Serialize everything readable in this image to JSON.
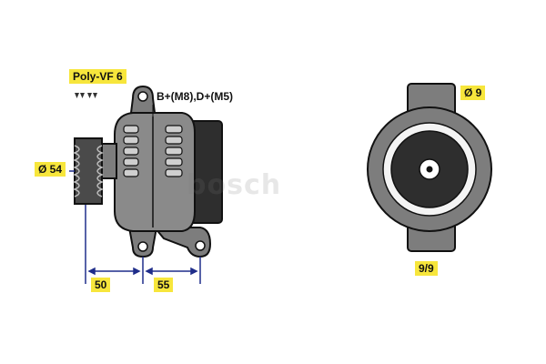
{
  "labels": {
    "belt_type": "Poly-VF 6",
    "terminals": "B+(M8),D+(M5)",
    "pulley_diameter": "Ø 54",
    "dim_a": "50",
    "dim_b": "55",
    "mount_hole": "Ø 9",
    "clock_position": "9/9"
  },
  "watermark": "bosch",
  "colors": {
    "label_bg": "#f7e63c",
    "dimension_line": "#1f2d8a",
    "housing": "#7d7d7d",
    "housing_dark": "#2e2e2e",
    "outline": "#111111"
  }
}
